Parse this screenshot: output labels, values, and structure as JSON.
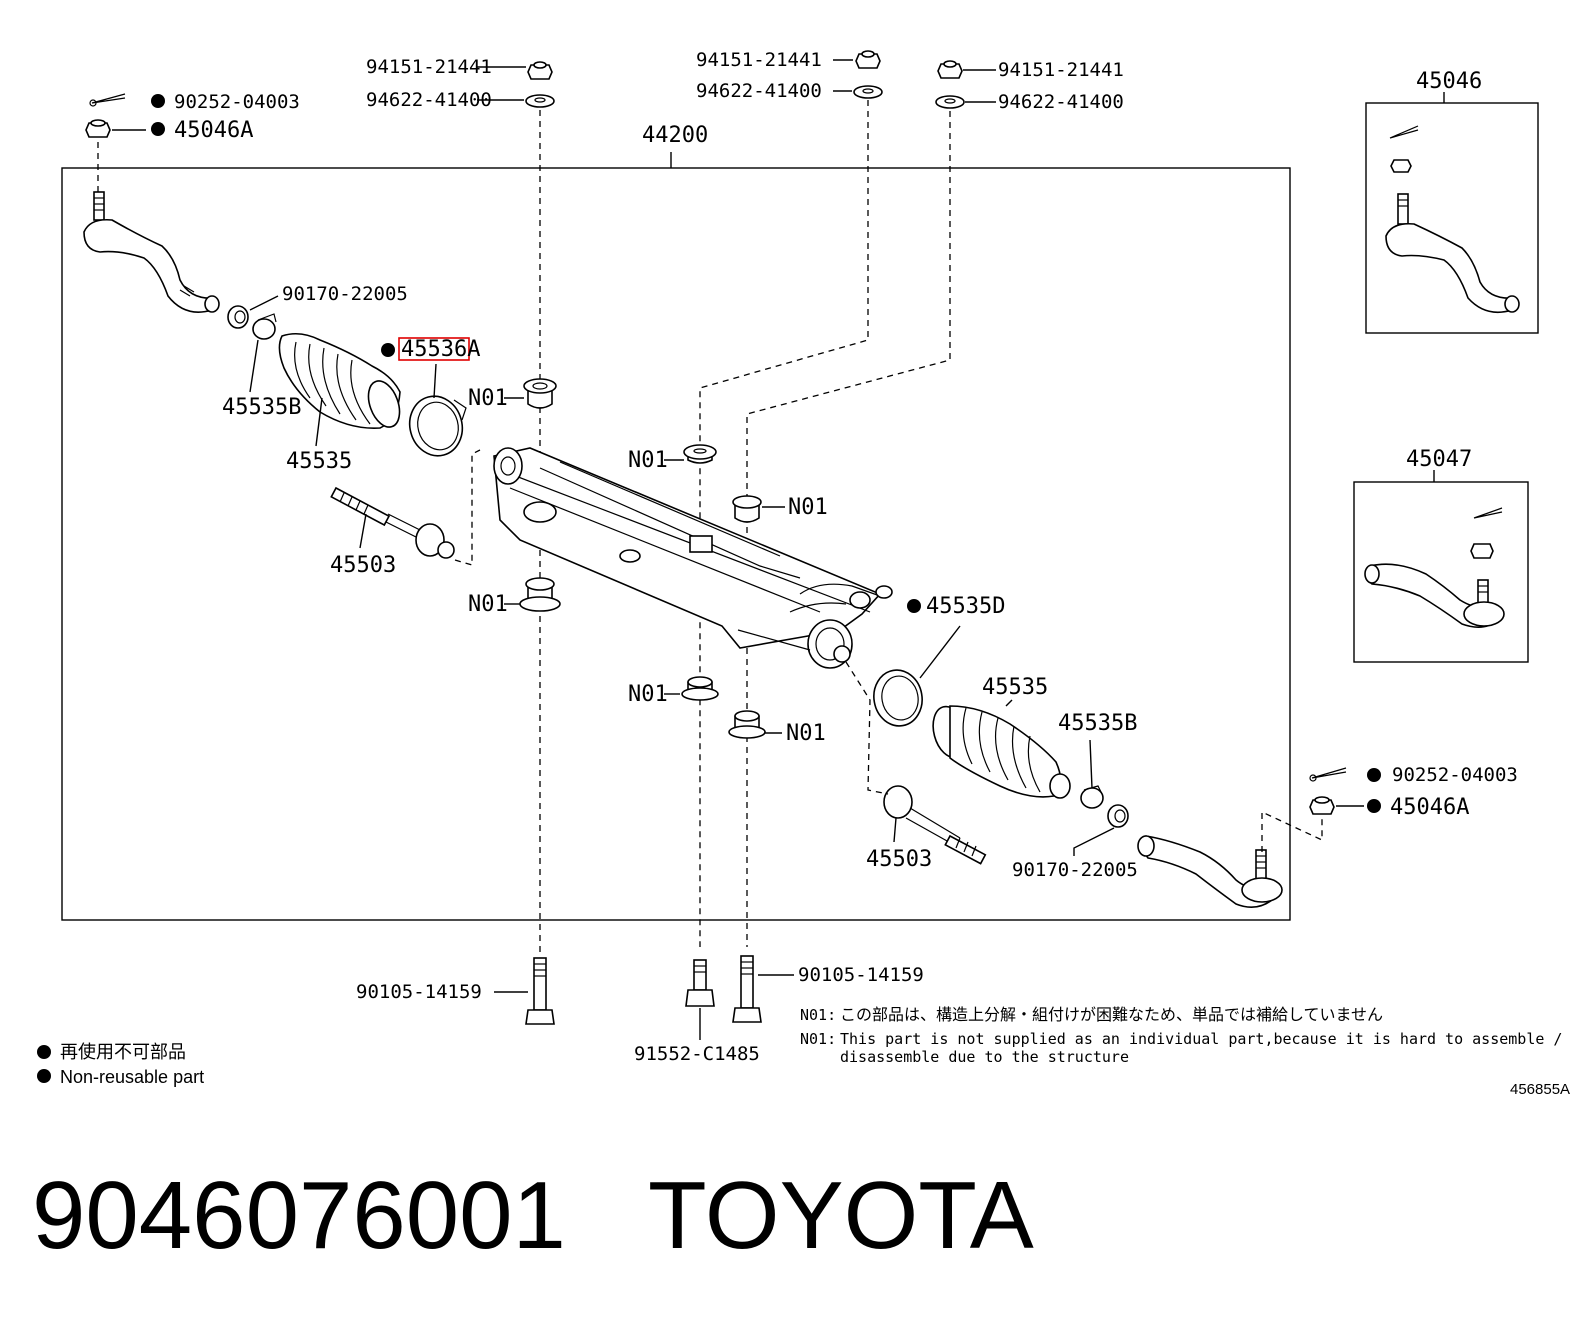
{
  "assembly": {
    "main_label": "44200",
    "inset_upper_label": "45046",
    "inset_lower_label": "45047"
  },
  "part_labels": {
    "nut_94151_a": "94151-21441",
    "washer_94622_a": "94622-41400",
    "nut_94151_b": "94151-21441",
    "washer_94622_b": "94622-41400",
    "nut_94151_c": "94151-21441",
    "washer_94622_c": "94622-41400",
    "cotter_pin_left": "90252-04003",
    "nut_left": "45046A",
    "cotter_pin_right": "90252-04003",
    "nut_right": "45046A",
    "clip_left": "90170-22005",
    "clip_right": "90170-22005",
    "clamp_left_highlighted": "45536A",
    "clamp_small_left": "45535B",
    "clamp_small_right": "45535B",
    "boot_left": "45535",
    "boot_right": "45535",
    "clamp_right": "45535D",
    "rod_left": "45503",
    "rod_right": "45503",
    "n01_1": "N01",
    "n01_2": "N01",
    "n01_3": "N01",
    "n01_4": "N01",
    "n01_5": "N01",
    "n01_6": "N01",
    "bolt_left": "90105-14159",
    "bolt_right": "90105-14159",
    "bolt_center": "91552-C1485"
  },
  "notes": {
    "n01_japanese_prefix": "N01:",
    "n01_japanese": "この部品は、構造上分解・組付けが困難なため、単品では補給していません",
    "n01_english_prefix": "N01:",
    "n01_english_line1": "This part is not supplied as an individual part,because it is hard to assemble /",
    "n01_english_line2": "disassemble due to the structure"
  },
  "legend": {
    "japanese": "再使用不可部品",
    "english": "Non-reusable part"
  },
  "diagram_ref": "456855A",
  "footer": {
    "part_number": "9046076001",
    "brand": "TOYOTA"
  },
  "colors": {
    "highlight": "#e00000",
    "line": "#000000",
    "background": "#ffffff"
  }
}
